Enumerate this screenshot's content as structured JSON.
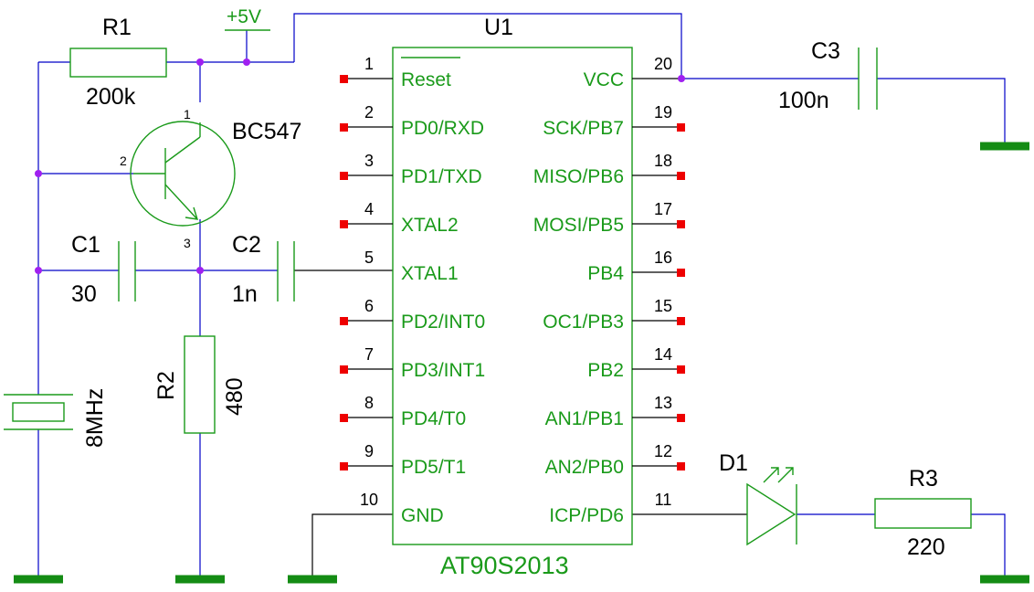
{
  "colors": {
    "wire": "#0000c8",
    "symbol": "#1a9a1a",
    "ground": "#148c14",
    "junction": "#a020f0",
    "pin_end": "#ee0000"
  },
  "power": {
    "label": "+5V"
  },
  "components": {
    "r1": {
      "ref": "R1",
      "value": "200k"
    },
    "r2": {
      "ref": "R2",
      "value": "480"
    },
    "r3": {
      "ref": "R3",
      "value": "220"
    },
    "c1": {
      "ref": "C1",
      "value": "30"
    },
    "c2": {
      "ref": "C2",
      "value": "1n"
    },
    "c3": {
      "ref": "C3",
      "value": "100n"
    },
    "q1": {
      "part": "BC547",
      "pins": [
        "1",
        "2",
        "3"
      ]
    },
    "crystal": {
      "value": "8MHz"
    },
    "d1": {
      "ref": "D1"
    },
    "u1": {
      "ref": "U1",
      "part": "AT90S2013"
    }
  },
  "u1_pins_left": [
    {
      "num": "1",
      "name": "Reset"
    },
    {
      "num": "2",
      "name": "PD0/RXD"
    },
    {
      "num": "3",
      "name": "PD1/TXD"
    },
    {
      "num": "4",
      "name": "XTAL2"
    },
    {
      "num": "5",
      "name": "XTAL1"
    },
    {
      "num": "6",
      "name": "PD2/INT0"
    },
    {
      "num": "7",
      "name": "PD3/INT1"
    },
    {
      "num": "8",
      "name": "PD4/T0"
    },
    {
      "num": "9",
      "name": "PD5/T1"
    },
    {
      "num": "10",
      "name": "GND"
    }
  ],
  "u1_pins_right": [
    {
      "num": "20",
      "name": "VCC"
    },
    {
      "num": "19",
      "name": "SCK/PB7"
    },
    {
      "num": "18",
      "name": "MISO/PB6"
    },
    {
      "num": "17",
      "name": "MOSI/PB5"
    },
    {
      "num": "16",
      "name": "PB4"
    },
    {
      "num": "15",
      "name": "OC1/PB3"
    },
    {
      "num": "14",
      "name": "PB2"
    },
    {
      "num": "13",
      "name": "AN1/PB1"
    },
    {
      "num": "12",
      "name": "AN2/PB0"
    },
    {
      "num": "11",
      "name": "ICP/PD6"
    }
  ]
}
